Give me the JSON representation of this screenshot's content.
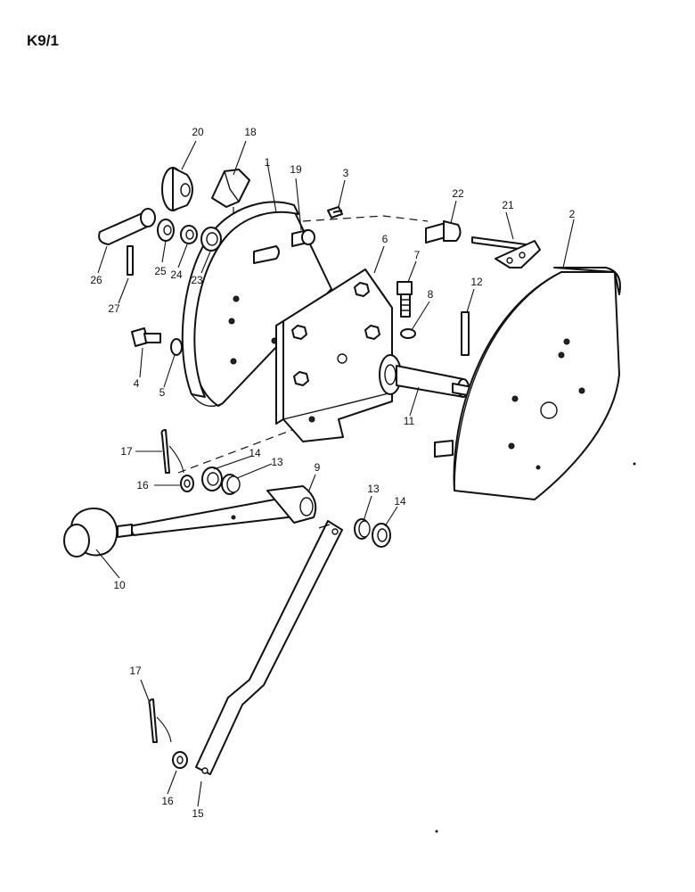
{
  "page_ref": "K9/1",
  "callouts": {
    "c1": "1",
    "c2": "2",
    "c3": "3",
    "c4": "4",
    "c5": "5",
    "c6": "6",
    "c7": "7",
    "c8": "8",
    "c9": "9",
    "c10": "10",
    "c11": "11",
    "c12": "12",
    "c13a": "13",
    "c13b": "13",
    "c14a": "14",
    "c14b": "14",
    "c15": "15",
    "c16a": "16",
    "c16b": "16",
    "c17a": "17",
    "c17b": "17",
    "c18": "18",
    "c19": "19",
    "c20": "20",
    "c21": "21",
    "c22": "22",
    "c23": "23",
    "c24": "24",
    "c25": "25",
    "c26": "26",
    "c27": "27"
  }
}
